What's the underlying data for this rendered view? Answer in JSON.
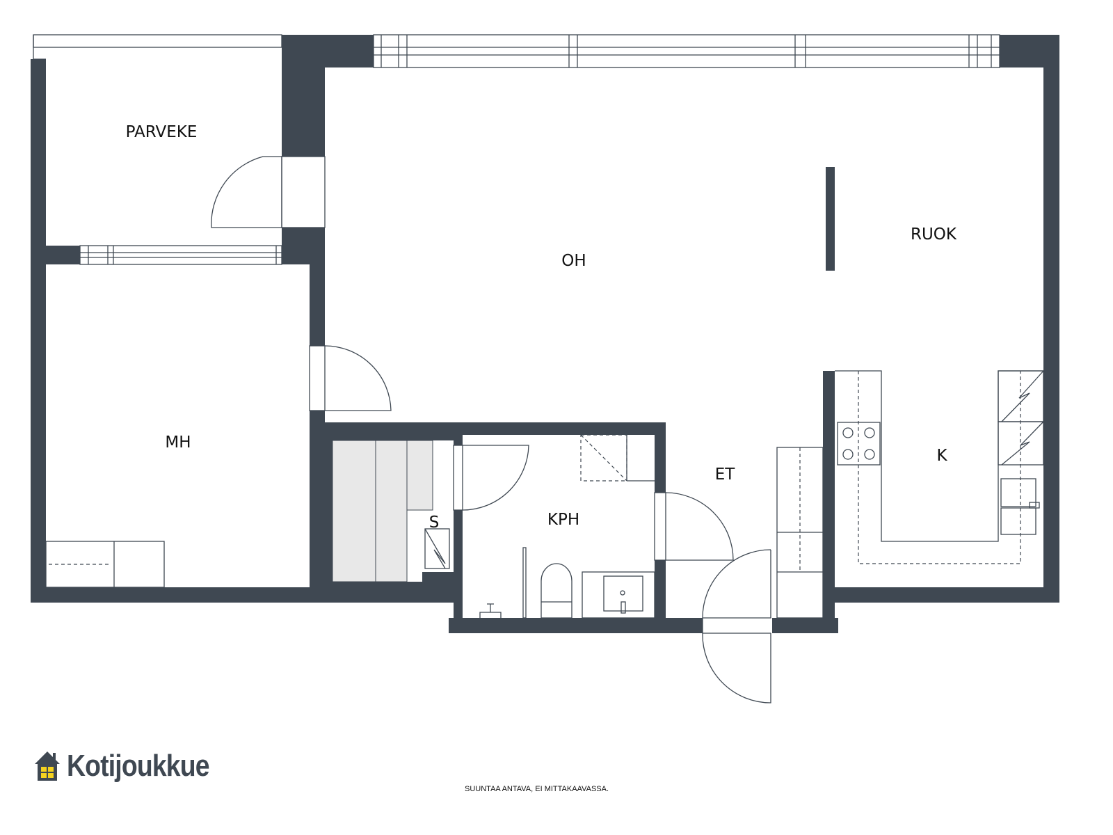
{
  "rooms": {
    "parveke": "PARVEKE",
    "oh": "OH",
    "ruok": "RUOK",
    "mh": "MH",
    "s": "S",
    "kph": "KPH",
    "et": "ET",
    "k": "K"
  },
  "brand": {
    "name": "Kotijoukkue",
    "wall_color": "#3f4852",
    "window_color": "#f5d320"
  },
  "footer_note": "SUUNTAA ANTAVA, EI MITTAKAAVASSA."
}
